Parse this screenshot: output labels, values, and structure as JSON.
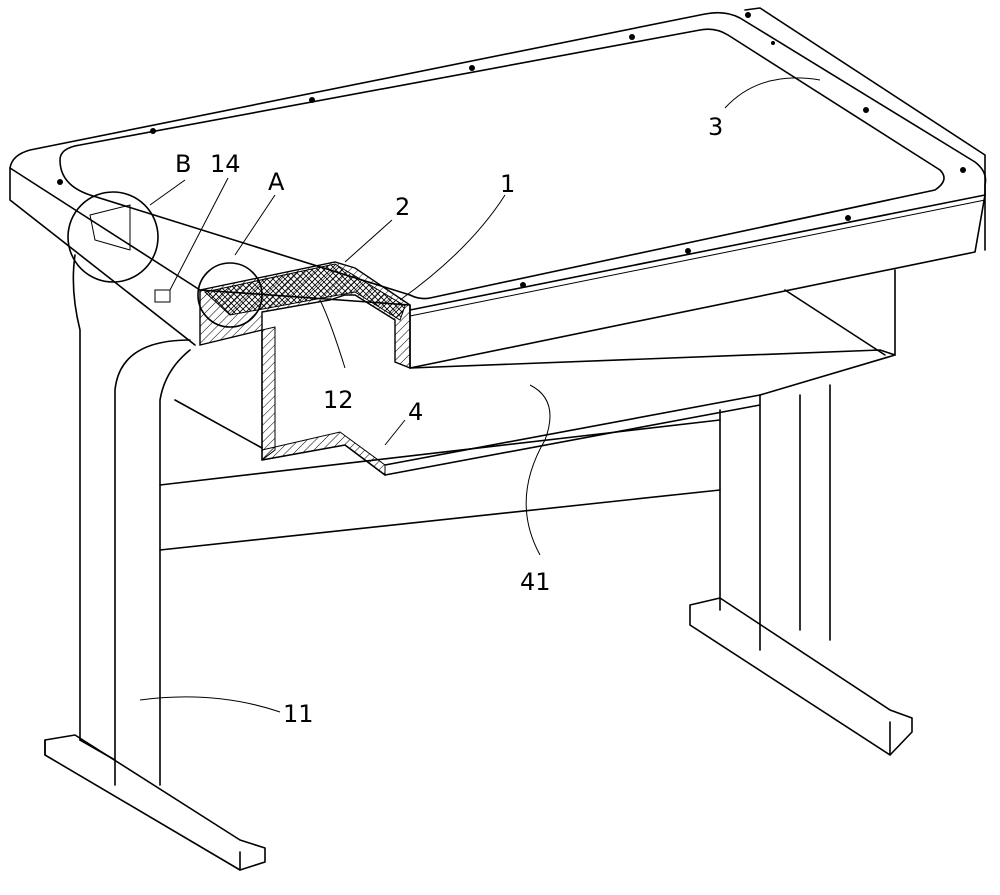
{
  "figure": {
    "labels": {
      "b": "B",
      "l14": "14",
      "a": "A",
      "l2": "2",
      "l1": "1",
      "l3": "3",
      "l12": "12",
      "l4": "4",
      "l41": "41",
      "l11": "11"
    }
  }
}
